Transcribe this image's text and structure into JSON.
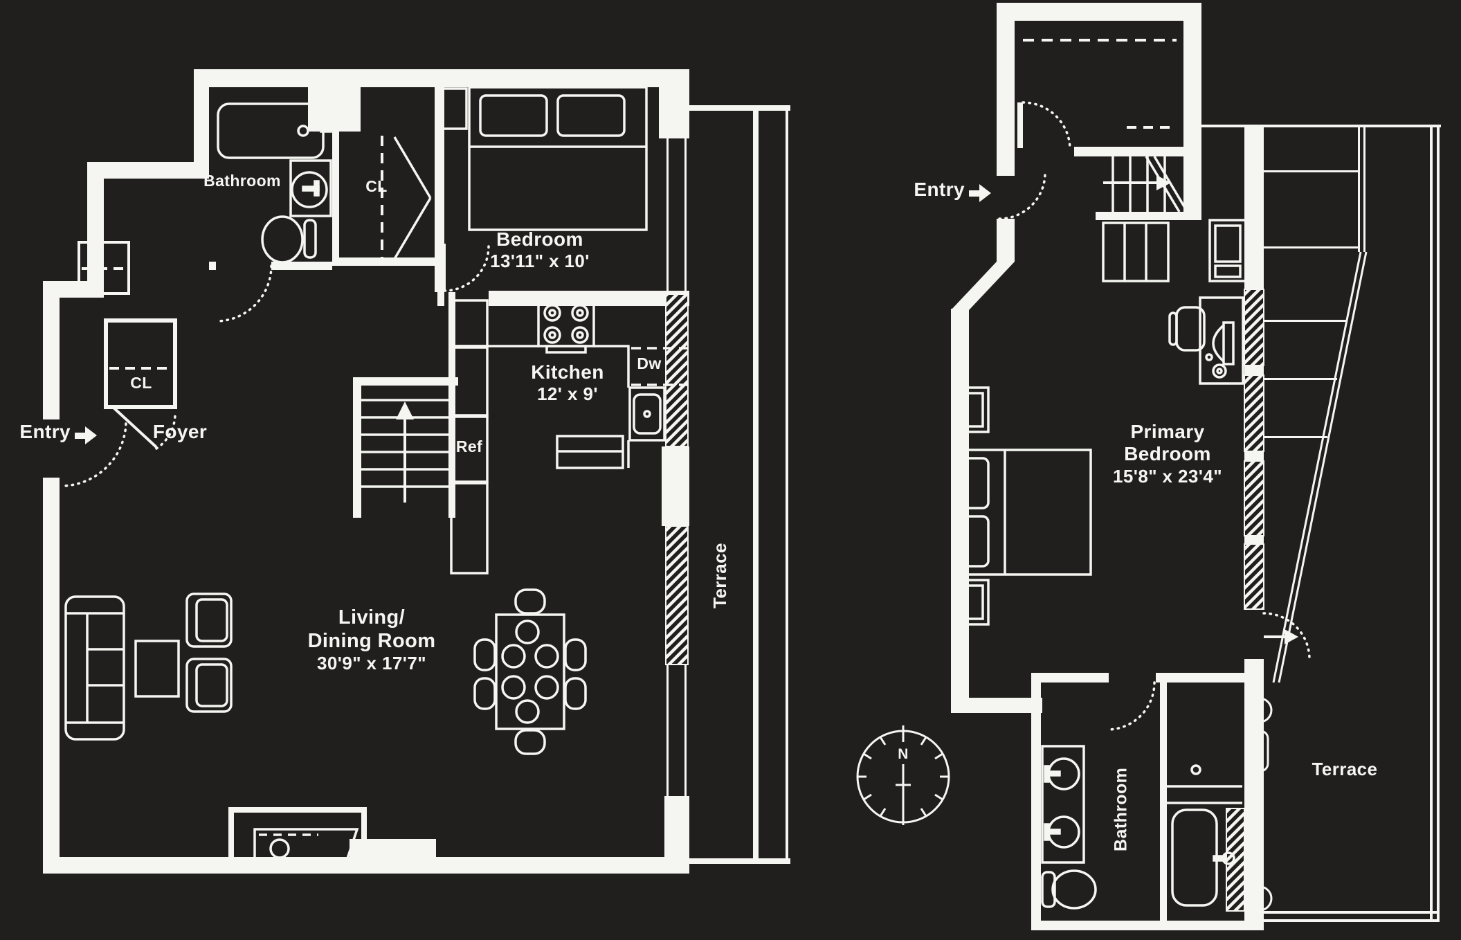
{
  "meta": {
    "type": "floor-plan",
    "floor_count": 2
  },
  "colors": {
    "background": "#201f1d",
    "line": "#f5f5f2",
    "text": "#f5f5f2"
  },
  "floor1": {
    "entry": "Entry",
    "foyer": "Foyer",
    "bathroom": "Bathroom",
    "closet_bathroom": "CL",
    "closet_foyer": "CL",
    "bedroom_name": "Bedroom",
    "bedroom_dims": "13'11\" x 10'",
    "kitchen_name": "Kitchen",
    "kitchen_dims": "12' x 9'",
    "refrigerator": "Ref",
    "dishwasher": "Dw",
    "living_name_line1": "Living/",
    "living_name_line2": "Dining Room",
    "living_dims": "30'9\" x 17'7\"",
    "terrace": "Terrace"
  },
  "floor2": {
    "entry": "Entry",
    "primary_name_line1": "Primary",
    "primary_name_line2": "Bedroom",
    "primary_dims": "15'8\" x 23'4\"",
    "bathroom": "Bathroom",
    "terrace": "Terrace",
    "compass_north": "N"
  }
}
